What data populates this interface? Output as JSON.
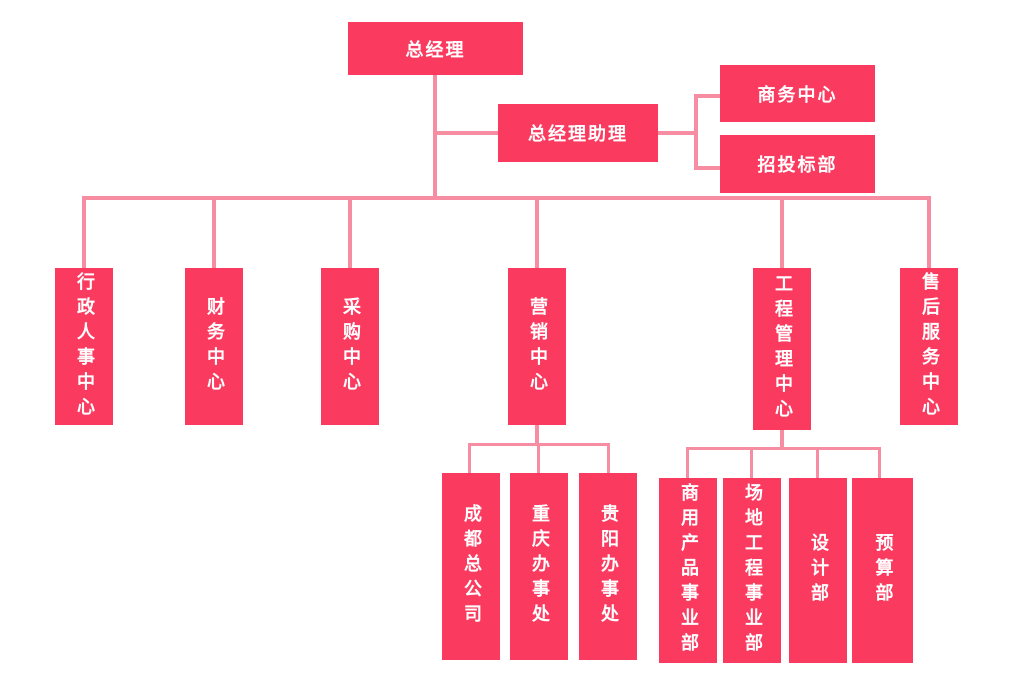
{
  "diagram_type": "org-chart",
  "colors": {
    "background": "#ffffff",
    "box": "#fa3a5f",
    "line": "#f78da3",
    "text": "#ffffff"
  },
  "nodes": {
    "gm": {
      "label": "总经理"
    },
    "gm_assistant": {
      "label": "总经理助理"
    },
    "business_center": {
      "label": "商务中心"
    },
    "bidding_dept": {
      "label": "招投标部"
    },
    "admin_hr_center": {
      "label": "行政人事中心"
    },
    "finance_center": {
      "label": "财务中心"
    },
    "procurement_center": {
      "label": "采购中心"
    },
    "marketing_center": {
      "label": "营销中心"
    },
    "engineering_mgmt_center": {
      "label": "工程管理中心"
    },
    "after_sales_center": {
      "label": "售后服务中心"
    },
    "chengdu_hq": {
      "label": "成都总公司"
    },
    "chongqing_office": {
      "label": "重庆办事处"
    },
    "guiyang_office": {
      "label": "贵阳办事处"
    },
    "commercial_products_div": {
      "label": "商用产品事业部"
    },
    "site_engineering_div": {
      "label": "场地工程事业部"
    },
    "design_dept": {
      "label": "设计部"
    },
    "budget_dept": {
      "label": "预算部"
    }
  },
  "hierarchy": {
    "root": "总经理",
    "assistant_branch": [
      "总经理助理",
      [
        "商务中心",
        "招投标部"
      ]
    ],
    "level2": [
      "行政人事中心",
      "财务中心",
      "采购中心",
      "营销中心",
      "工程管理中心",
      "售后服务中心"
    ],
    "marketing_children": [
      "成都总公司",
      "重庆办事处",
      "贵阳办事处"
    ],
    "engineering_children": [
      "商用产品事业部",
      "场地工程事业部",
      "设计部",
      "预算部"
    ]
  }
}
